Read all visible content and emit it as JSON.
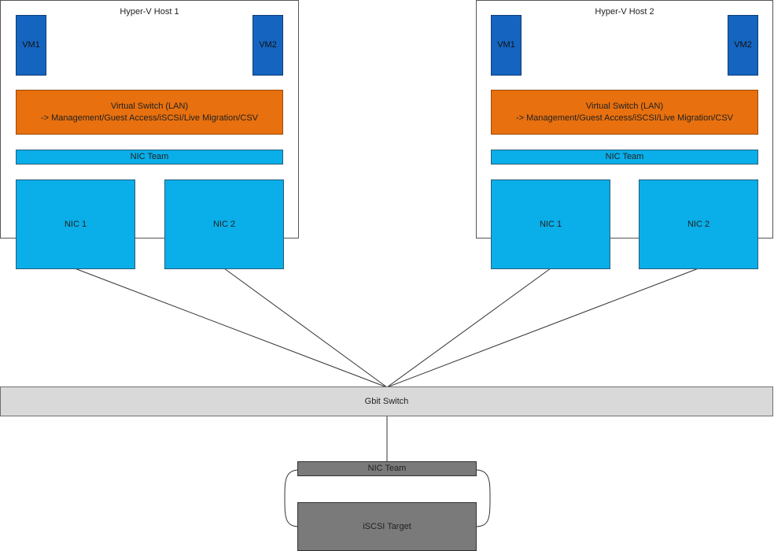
{
  "host1": {
    "title": "Hyper-V Host 1",
    "vm1": "VM1",
    "vm2": "VM2",
    "vswitch_line1": "Virtual Switch (LAN)",
    "vswitch_line2": "-> Management/Guest Access/iSCSI/Live Migration/CSV",
    "nic_team": "NIC Team",
    "nic1": "NIC 1",
    "nic2": "NIC 2"
  },
  "host2": {
    "title": "Hyper-V Host 2",
    "vm1": "VM1",
    "vm2": "VM2",
    "vswitch_line1": "Virtual Switch (LAN)",
    "vswitch_line2": "-> Management/Guest Access/iSCSI/Live Migration/CSV",
    "nic_team": "NIC Team",
    "nic1": "NIC 1",
    "nic2": "NIC 2"
  },
  "switch": {
    "label": "Gbit Switch"
  },
  "storage": {
    "nic_team": "NIC Team",
    "target": "iSCSI Target"
  }
}
